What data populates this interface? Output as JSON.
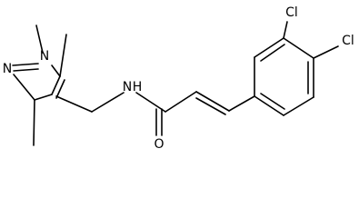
{
  "molecule": {
    "atoms": {
      "cl_top": "Cl",
      "cl_right": "Cl",
      "nh": "N",
      "nh_h": "H",
      "o": "O",
      "n_ring_1": "N",
      "n_ring_2": "N"
    }
  }
}
